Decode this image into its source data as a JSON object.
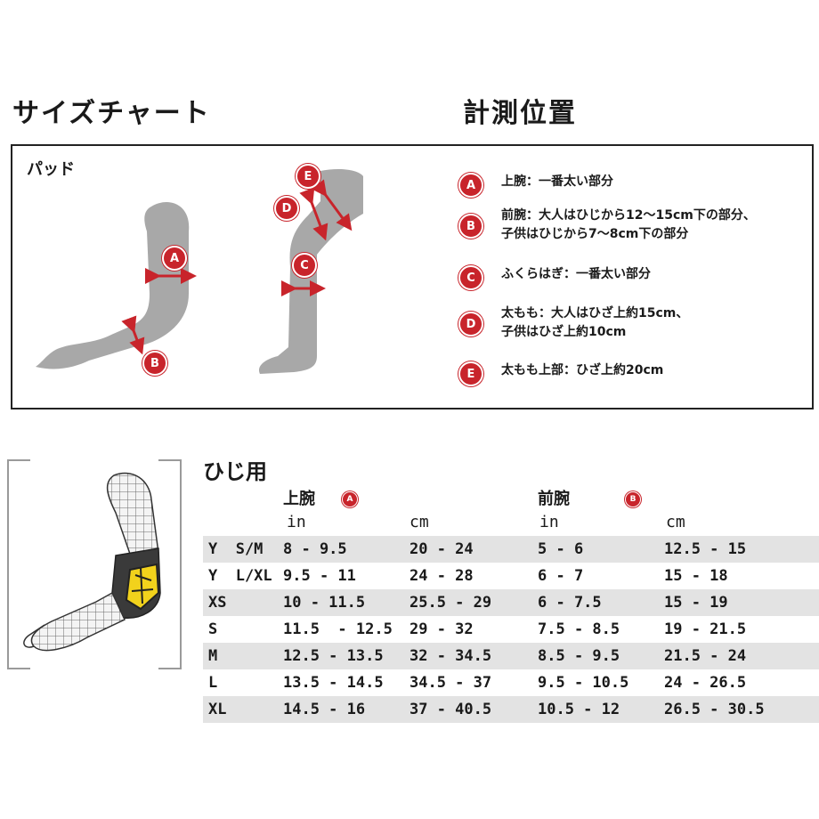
{
  "titles": {
    "size_chart": "サイズチャート",
    "measure_positions": "計測位置"
  },
  "pad_label": "パッド",
  "diagram_markers": [
    "A",
    "B",
    "C",
    "D",
    "E"
  ],
  "legend": [
    {
      "marker": "A",
      "text": "上腕：一番太い部分"
    },
    {
      "marker": "B",
      "text": "前腕：大人はひじから12～15cm下の部分、\n子供はひじから7～8cm下の部分"
    },
    {
      "marker": "C",
      "text": "ふくらはぎ：一番太い部分"
    },
    {
      "marker": "D",
      "text": "太もも：大人はひざ上約15cm、\n子供はひざ上約10cm"
    },
    {
      "marker": "E",
      "text": "太もも上部：ひざ上約20cm"
    }
  ],
  "elbow": {
    "title": "ひじ用",
    "upper_arm": {
      "label": "上腕",
      "marker": "A"
    },
    "forearm": {
      "label": "前腕",
      "marker": "B"
    },
    "units": [
      "in",
      "cm",
      "in",
      "cm"
    ],
    "rows": [
      {
        "size": "Y  S/M",
        "ua_in": "8 - 9.5",
        "ua_cm": "20 - 24",
        "fa_in": "5 - 6",
        "fa_cm": "12.5 - 15"
      },
      {
        "size": "Y  L/XL",
        "ua_in": "9.5 - 11",
        "ua_cm": "24 - 28",
        "fa_in": "6 - 7",
        "fa_cm": "15 - 18"
      },
      {
        "size": "XS",
        "ua_in": "10 - 11.5",
        "ua_cm": "25.5 - 29",
        "fa_in": "6 - 7.5",
        "fa_cm": "15 - 19"
      },
      {
        "size": "S",
        "ua_in": "11.5  - 12.5",
        "ua_cm": "29 - 32",
        "fa_in": "7.5 - 8.5",
        "fa_cm": "19 - 21.5"
      },
      {
        "size": "M",
        "ua_in": "12.5 - 13.5",
        "ua_cm": "32 - 34.5",
        "fa_in": "8.5 - 9.5",
        "fa_cm": "21.5 - 24"
      },
      {
        "size": "L",
        "ua_in": "13.5 - 14.5",
        "ua_cm": "34.5 - 37",
        "fa_in": "9.5 - 10.5",
        "fa_cm": "24 - 26.5"
      },
      {
        "size": "XL",
        "ua_in": "14.5 - 16",
        "ua_cm": "37 - 40.5",
        "fa_in": "10.5 - 12",
        "fa_cm": "26.5 - 30.5"
      }
    ]
  },
  "colors": {
    "marker_red": "#c8242b",
    "limb_gray": "#a8a8a8",
    "row_stripe": "#e3e3e3",
    "pad_yellow": "#f2d21c"
  }
}
